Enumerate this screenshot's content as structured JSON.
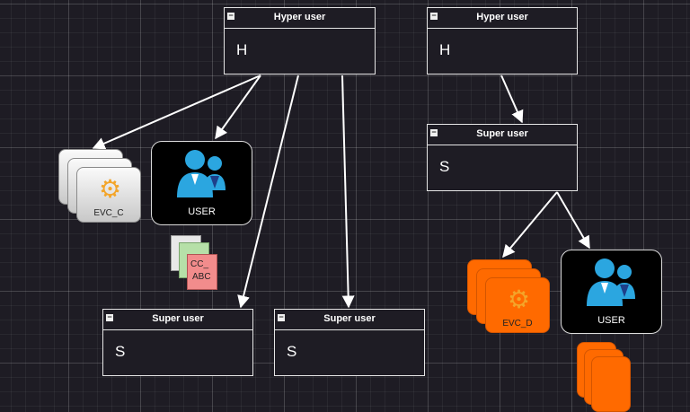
{
  "nodes": {
    "hyper1": {
      "title": "Hyper user",
      "letter": "H"
    },
    "hyper2": {
      "title": "Hyper user",
      "letter": "H"
    },
    "super_right": {
      "title": "Super user",
      "letter": "S"
    },
    "super_bl": {
      "title": "Super user",
      "letter": "S"
    },
    "super_bm": {
      "title": "Super user",
      "letter": "S"
    }
  },
  "evc_c": {
    "label": "EVC_C"
  },
  "evc_d": {
    "label": "EVC_D"
  },
  "user1": {
    "label": "USER"
  },
  "user2": {
    "label": "USER"
  },
  "cc": {
    "line1": "CC_",
    "line2": "ABC"
  },
  "colors": {
    "grid_bg": "#1e1c24",
    "user_icon": "#2ba6e0",
    "evc_orange": "#ff6a00",
    "cc_red": "#f28c8c",
    "cc_green": "#b6e0a8"
  },
  "collapse_symbol": "−"
}
